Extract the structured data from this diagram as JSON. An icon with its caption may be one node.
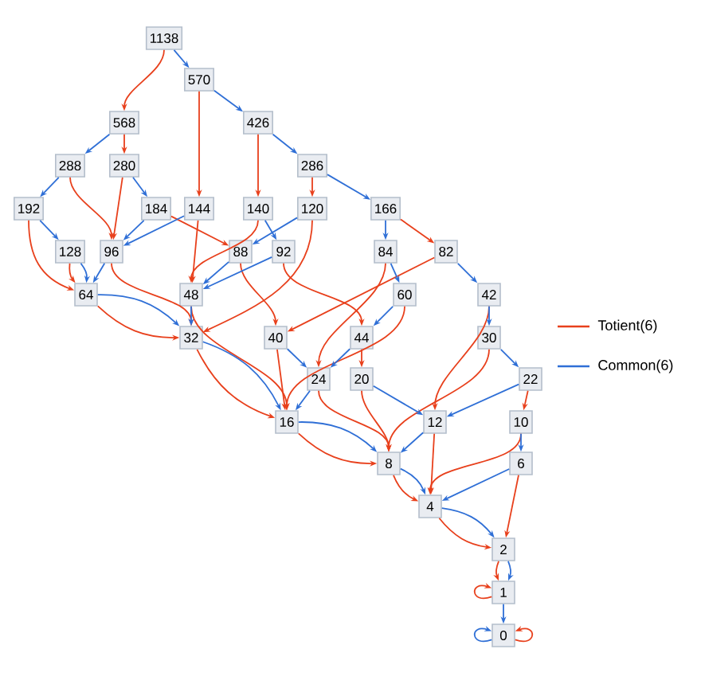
{
  "diagram": {
    "nodes": [
      {
        "text": [
          "1138"
        ]
      },
      {
        "text": [
          "570"
        ]
      },
      {
        "text": [
          "568"
        ]
      },
      {
        "text": [
          "426"
        ]
      },
      {
        "text": [
          "288"
        ]
      },
      {
        "text": [
          "280"
        ]
      },
      {
        "text": [
          "286"
        ]
      },
      {
        "text": [
          "192"
        ]
      },
      {
        "text": [
          "184"
        ]
      },
      {
        "text": [
          "144"
        ]
      },
      {
        "text": [
          "140"
        ]
      },
      {
        "text": [
          "120"
        ]
      },
      {
        "text": [
          "166"
        ]
      },
      {
        "text": [
          "128"
        ]
      },
      {
        "text": [
          "96"
        ]
      },
      {
        "text": [
          "88"
        ]
      },
      {
        "text": [
          "92"
        ]
      },
      {
        "text": [
          "84"
        ]
      },
      {
        "text": [
          "82"
        ]
      },
      {
        "text": [
          "64"
        ]
      },
      {
        "text": [
          "48"
        ]
      },
      {
        "text": [
          "60"
        ]
      },
      {
        "text": [
          "42"
        ]
      },
      {
        "text": [
          "32"
        ]
      },
      {
        "text": [
          "40"
        ]
      },
      {
        "text": [
          "44"
        ]
      },
      {
        "text": [
          "30"
        ]
      },
      {
        "text": [
          "24"
        ]
      },
      {
        "text": [
          "20"
        ]
      },
      {
        "text": [
          "22"
        ]
      },
      {
        "text": [
          "16"
        ]
      },
      {
        "text": [
          "12"
        ]
      },
      {
        "text": [
          "10"
        ]
      },
      {
        "text": [
          "8"
        ]
      },
      {
        "text": [
          "6"
        ]
      },
      {
        "text": [
          "4"
        ]
      },
      {
        "text": [
          "2"
        ]
      },
      {
        "text": [
          "1"
        ]
      },
      {
        "text": [
          "0"
        ]
      }
    ],
    "edges": [
      {
        "from": 0,
        "to": 2,
        "arrow": "to",
        "color": "#e8401c"
      },
      {
        "from": 1,
        "to": 9,
        "arrow": "to",
        "color": "#e8401c"
      },
      {
        "from": 2,
        "to": 5,
        "arrow": "to",
        "color": "#e8401c"
      },
      {
        "from": 3,
        "to": 10,
        "arrow": "to",
        "color": "#e8401c"
      },
      {
        "from": 4,
        "to": 14,
        "arrow": "to",
        "color": "#e8401c"
      },
      {
        "from": 5,
        "to": 14,
        "arrow": "to",
        "color": "#e8401c"
      },
      {
        "from": 6,
        "to": 11,
        "arrow": "to",
        "color": "#e8401c"
      },
      {
        "from": 7,
        "to": 19,
        "arrow": "to",
        "color": "#e8401c"
      },
      {
        "from": 8,
        "to": 15,
        "arrow": "to",
        "color": "#e8401c"
      },
      {
        "from": 9,
        "to": 20,
        "arrow": "to",
        "color": "#e8401c"
      },
      {
        "from": 10,
        "to": 20,
        "arrow": "to",
        "color": "#e8401c"
      },
      {
        "from": 11,
        "to": 23,
        "arrow": "to",
        "color": "#e8401c"
      },
      {
        "from": 12,
        "to": 18,
        "arrow": "to",
        "color": "#e8401c"
      },
      {
        "from": 13,
        "to": 19,
        "arrow": "to",
        "color": "#e8401c"
      },
      {
        "from": 14,
        "to": 23,
        "arrow": "to",
        "color": "#e8401c"
      },
      {
        "from": 15,
        "to": 24,
        "arrow": "to",
        "color": "#e8401c"
      },
      {
        "from": 16,
        "to": 25,
        "arrow": "to",
        "color": "#e8401c"
      },
      {
        "from": 17,
        "to": 27,
        "arrow": "to",
        "color": "#e8401c"
      },
      {
        "from": 18,
        "to": 24,
        "arrow": "to",
        "color": "#e8401c"
      },
      {
        "from": 19,
        "to": 23,
        "arrow": "to",
        "color": "#e8401c"
      },
      {
        "from": 20,
        "to": 30,
        "arrow": "to",
        "color": "#e8401c"
      },
      {
        "from": 21,
        "to": 30,
        "arrow": "to",
        "color": "#e8401c"
      },
      {
        "from": 22,
        "to": 31,
        "arrow": "to",
        "color": "#e8401c"
      },
      {
        "from": 23,
        "to": 30,
        "arrow": "to",
        "color": "#e8401c"
      },
      {
        "from": 24,
        "to": 30,
        "arrow": "to",
        "color": "#e8401c"
      },
      {
        "from": 25,
        "to": 28,
        "arrow": "to",
        "color": "#e8401c"
      },
      {
        "from": 26,
        "to": 33,
        "arrow": "to",
        "color": "#e8401c"
      },
      {
        "from": 27,
        "to": 33,
        "arrow": "to",
        "color": "#e8401c"
      },
      {
        "from": 28,
        "to": 33,
        "arrow": "to",
        "color": "#e8401c"
      },
      {
        "from": 29,
        "to": 32,
        "arrow": "to",
        "color": "#e8401c"
      },
      {
        "from": 30,
        "to": 33,
        "arrow": "to",
        "color": "#e8401c"
      },
      {
        "from": 31,
        "to": 35,
        "arrow": "to",
        "color": "#e8401c"
      },
      {
        "from": 32,
        "to": 35,
        "arrow": "to",
        "color": "#e8401c"
      },
      {
        "from": 33,
        "to": 35,
        "arrow": "to",
        "color": "#e8401c"
      },
      {
        "from": 34,
        "to": 36,
        "arrow": "to",
        "color": "#e8401c"
      },
      {
        "from": 35,
        "to": 36,
        "arrow": "to",
        "color": "#e8401c"
      },
      {
        "from": 36,
        "to": 37,
        "arrow": "to",
        "color": "#e8401c"
      },
      {
        "from": 37,
        "to": 37,
        "arrow": "to",
        "color": "#e8401c"
      },
      {
        "from": 38,
        "to": 38,
        "arrow": "to",
        "color": "#e8401c"
      },
      {
        "from": 0,
        "to": 1,
        "arrow": "to",
        "color": "#2f6fd6"
      },
      {
        "from": 1,
        "to": 3,
        "arrow": "to",
        "color": "#2f6fd6"
      },
      {
        "from": 2,
        "to": 4,
        "arrow": "to",
        "color": "#2f6fd6"
      },
      {
        "from": 3,
        "to": 6,
        "arrow": "to",
        "color": "#2f6fd6"
      },
      {
        "from": 4,
        "to": 7,
        "arrow": "to",
        "color": "#2f6fd6"
      },
      {
        "from": 5,
        "to": 8,
        "arrow": "to",
        "color": "#2f6fd6"
      },
      {
        "from": 6,
        "to": 12,
        "arrow": "to",
        "color": "#2f6fd6"
      },
      {
        "from": 7,
        "to": 13,
        "arrow": "to",
        "color": "#2f6fd6"
      },
      {
        "from": 8,
        "to": 14,
        "arrow": "to",
        "color": "#2f6fd6"
      },
      {
        "from": 9,
        "to": 14,
        "arrow": "to",
        "color": "#2f6fd6"
      },
      {
        "from": 10,
        "to": 16,
        "arrow": "to",
        "color": "#2f6fd6"
      },
      {
        "from": 11,
        "to": 15,
        "arrow": "to",
        "color": "#2f6fd6"
      },
      {
        "from": 12,
        "to": 17,
        "arrow": "to",
        "color": "#2f6fd6"
      },
      {
        "from": 13,
        "to": 19,
        "arrow": "to",
        "color": "#2f6fd6"
      },
      {
        "from": 14,
        "to": 19,
        "arrow": "to",
        "color": "#2f6fd6"
      },
      {
        "from": 15,
        "to": 20,
        "arrow": "to",
        "color": "#2f6fd6"
      },
      {
        "from": 16,
        "to": 20,
        "arrow": "to",
        "color": "#2f6fd6"
      },
      {
        "from": 17,
        "to": 21,
        "arrow": "to",
        "color": "#2f6fd6"
      },
      {
        "from": 18,
        "to": 22,
        "arrow": "to",
        "color": "#2f6fd6"
      },
      {
        "from": 19,
        "to": 23,
        "arrow": "to",
        "color": "#2f6fd6"
      },
      {
        "from": 20,
        "to": 23,
        "arrow": "to",
        "color": "#2f6fd6"
      },
      {
        "from": 21,
        "to": 25,
        "arrow": "to",
        "color": "#2f6fd6"
      },
      {
        "from": 22,
        "to": 26,
        "arrow": "to",
        "color": "#2f6fd6"
      },
      {
        "from": 23,
        "to": 30,
        "arrow": "to",
        "color": "#2f6fd6"
      },
      {
        "from": 24,
        "to": 27,
        "arrow": "to",
        "color": "#2f6fd6"
      },
      {
        "from": 25,
        "to": 27,
        "arrow": "to",
        "color": "#2f6fd6"
      },
      {
        "from": 26,
        "to": 29,
        "arrow": "to",
        "color": "#2f6fd6"
      },
      {
        "from": 27,
        "to": 30,
        "arrow": "to",
        "color": "#2f6fd6"
      },
      {
        "from": 28,
        "to": 31,
        "arrow": "to",
        "color": "#2f6fd6"
      },
      {
        "from": 29,
        "to": 31,
        "arrow": "to",
        "color": "#2f6fd6"
      },
      {
        "from": 30,
        "to": 33,
        "arrow": "to",
        "color": "#2f6fd6"
      },
      {
        "from": 31,
        "to": 33,
        "arrow": "to",
        "color": "#2f6fd6"
      },
      {
        "from": 32,
        "to": 34,
        "arrow": "to",
        "color": "#2f6fd6"
      },
      {
        "from": 33,
        "to": 35,
        "arrow": "to",
        "color": "#2f6fd6"
      },
      {
        "from": 34,
        "to": 35,
        "arrow": "to",
        "color": "#2f6fd6"
      },
      {
        "from": 35,
        "to": 36,
        "arrow": "to",
        "color": "#2f6fd6"
      },
      {
        "from": 36,
        "to": 37,
        "arrow": "to",
        "color": "#2f6fd6"
      },
      {
        "from": 37,
        "to": 38,
        "arrow": "to",
        "color": "#2f6fd6"
      },
      {
        "from": 38,
        "to": 38,
        "arrow": "to",
        "color": "#2f6fd6"
      }
    ],
    "legend": [
      {
        "text": "Totient(6)"
      },
      {
        "text": "Common(6)"
      }
    ]
  }
}
